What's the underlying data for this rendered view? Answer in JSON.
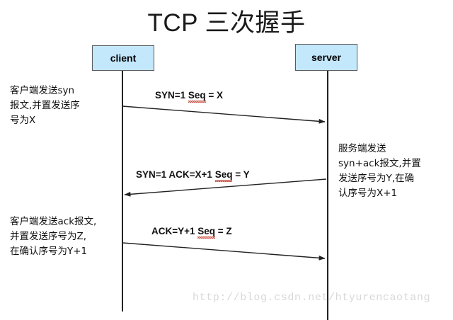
{
  "diagram": {
    "title": "TCP 三次握手",
    "type": "sequence-diagram",
    "background_color": "#ffffff",
    "node_fill_color": "#c3e7fb",
    "node_border_color": "#5a5a5a",
    "line_color": "#222222",
    "spellcheck_underline_color": "#c0392b"
  },
  "participants": [
    {
      "id": "client",
      "label": "client"
    },
    {
      "id": "server",
      "label": "server"
    }
  ],
  "messages": [
    {
      "index": 1,
      "from": "client",
      "to": "server",
      "label": "SYN=1  Seq = X",
      "label_parts": [
        {
          "text": "SYN=1  ",
          "underline": false
        },
        {
          "text": "Seq",
          "underline": true
        },
        {
          "text": " = X",
          "underline": false
        }
      ]
    },
    {
      "index": 2,
      "from": "server",
      "to": "client",
      "label": "SYN=1  ACK=X+1 Seq = Y",
      "label_parts": [
        {
          "text": "SYN=1  ACK=X+1 ",
          "underline": false
        },
        {
          "text": "Seq",
          "underline": true
        },
        {
          "text": " = Y",
          "underline": false
        }
      ]
    },
    {
      "index": 3,
      "from": "client",
      "to": "server",
      "label": "ACK=Y+1 Seq = Z",
      "label_parts": [
        {
          "text": "ACK=Y+1 ",
          "underline": false
        },
        {
          "text": "Seq",
          "underline": true
        },
        {
          "text": " = Z",
          "underline": false
        }
      ]
    }
  ],
  "notes": {
    "left_top": {
      "text": "客户端发送syn报文,并置发送序号为X",
      "lines": [
        "客户端发送syn",
        "报文,并置发送序",
        "号为X"
      ]
    },
    "right_mid": {
      "text": "服务端发送syn+ack报文,并置发送序号为Y,在确认序号为X+1",
      "lines": [
        "服务端发送",
        "syn+ack报文,并置",
        "发送序号为Y,在确",
        "认序号为X+1"
      ]
    },
    "left_bottom": {
      "text": "客户端发送ack报文,并置发送序号为Z,在确认序号为Y+1",
      "lines": [
        "客户端发送ack报文,",
        "并置发送序号为Z,",
        "在确认序号为Y+1"
      ]
    }
  },
  "watermark": {
    "text": "http://blog.csdn.net/htyurencaotang"
  }
}
